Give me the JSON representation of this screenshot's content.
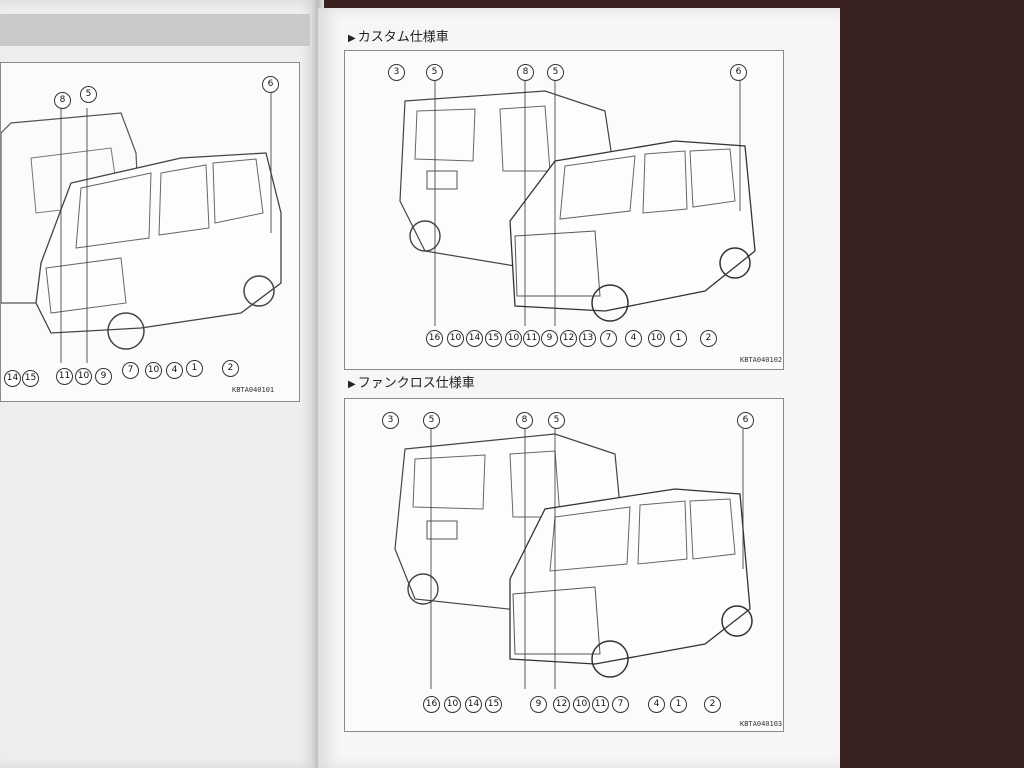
{
  "sections": {
    "custom": {
      "title": "カスタム仕様車",
      "code": "KBTA040102"
    },
    "funcross": {
      "title": "ファンクロス仕様車",
      "code": "KBTA040103"
    }
  },
  "left_page": {
    "code": "KBTA040101",
    "callouts": [
      "8",
      "5",
      "6",
      "14",
      "15",
      "11",
      "10",
      "9",
      "7",
      "10",
      "4",
      "1",
      "2"
    ]
  },
  "custom_callouts": [
    "3",
    "5",
    "8",
    "5",
    "6",
    "16",
    "10",
    "14",
    "15",
    "10",
    "11",
    "9",
    "12",
    "13",
    "7",
    "4",
    "10",
    "1",
    "2"
  ],
  "funcross_callouts": [
    "3",
    "5",
    "8",
    "5",
    "6",
    "16",
    "10",
    "14",
    "15",
    "9",
    "12",
    "10",
    "11",
    "7",
    "4",
    "1",
    "2"
  ],
  "colors": {
    "paper": "#f6f6f4",
    "ink": "#333333",
    "frame": "#8a8a8a",
    "table_background": "#3a2220"
  },
  "icons": [
    "triangle-right-icon"
  ]
}
